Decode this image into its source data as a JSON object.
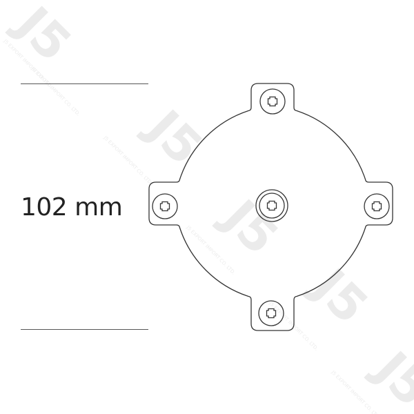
{
  "dimension": {
    "label": "102 mm"
  },
  "watermark": {
    "logo_text": "J5",
    "company_text": "J5 EXPORT IMPORT CO. LTD."
  },
  "colors": {
    "stroke": "#333333",
    "dimension_line": "#555555",
    "label": "#222222",
    "watermark": "#ebebeb"
  },
  "icons": {
    "screw": "phillips-screw-icon"
  }
}
